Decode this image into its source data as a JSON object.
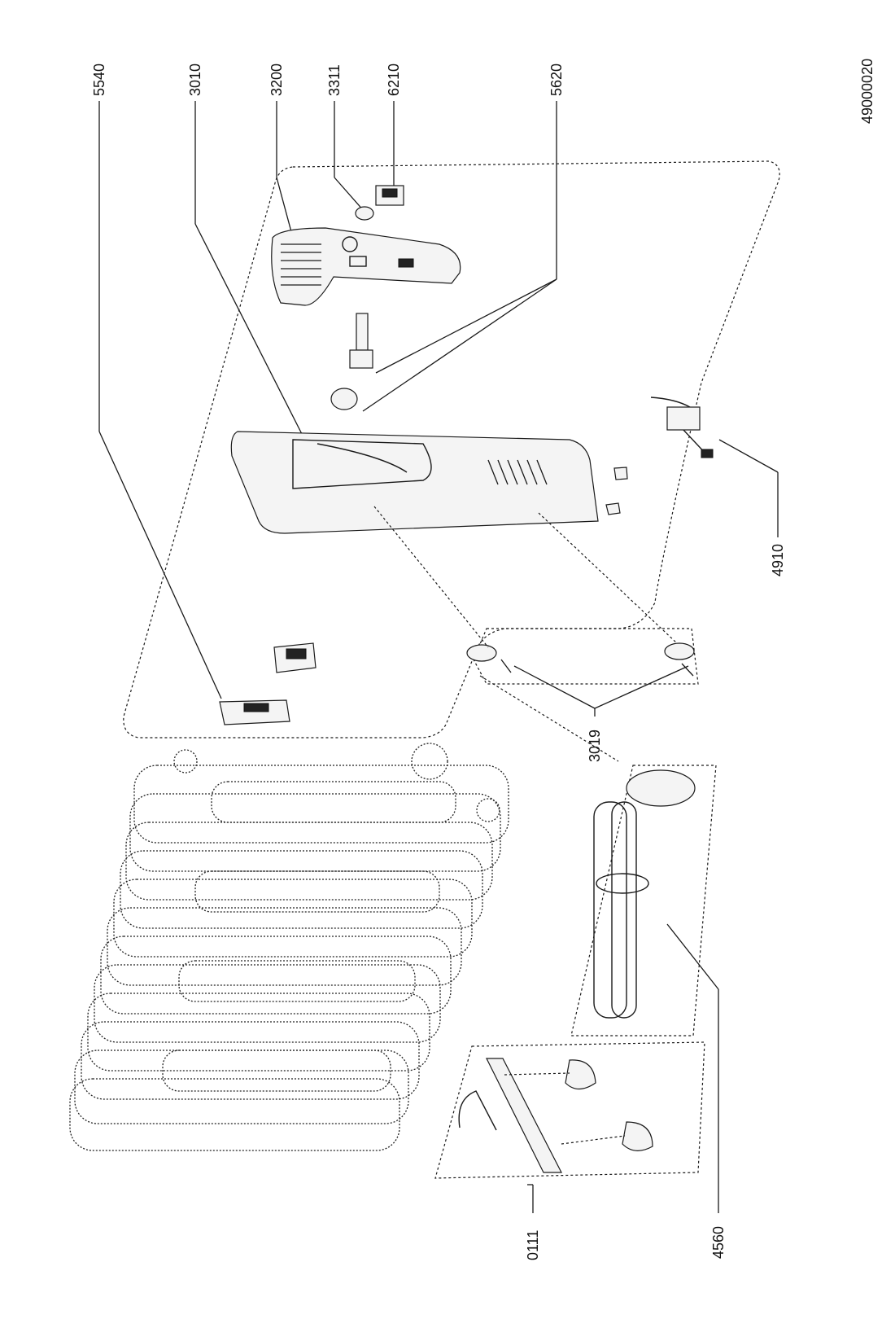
{
  "diagram": {
    "drawing_number": "49000020",
    "part_labels": {
      "p5540": "5540",
      "p3010": "3010",
      "p3200": "3200",
      "p3311": "3311",
      "p6210": "6210",
      "p5620": "5620",
      "p4910": "4910",
      "p3019": "3019",
      "p0111": "0111",
      "p4560": "4560"
    },
    "colors": {
      "ink": "#1a1a1a",
      "background": "#ffffff"
    }
  }
}
